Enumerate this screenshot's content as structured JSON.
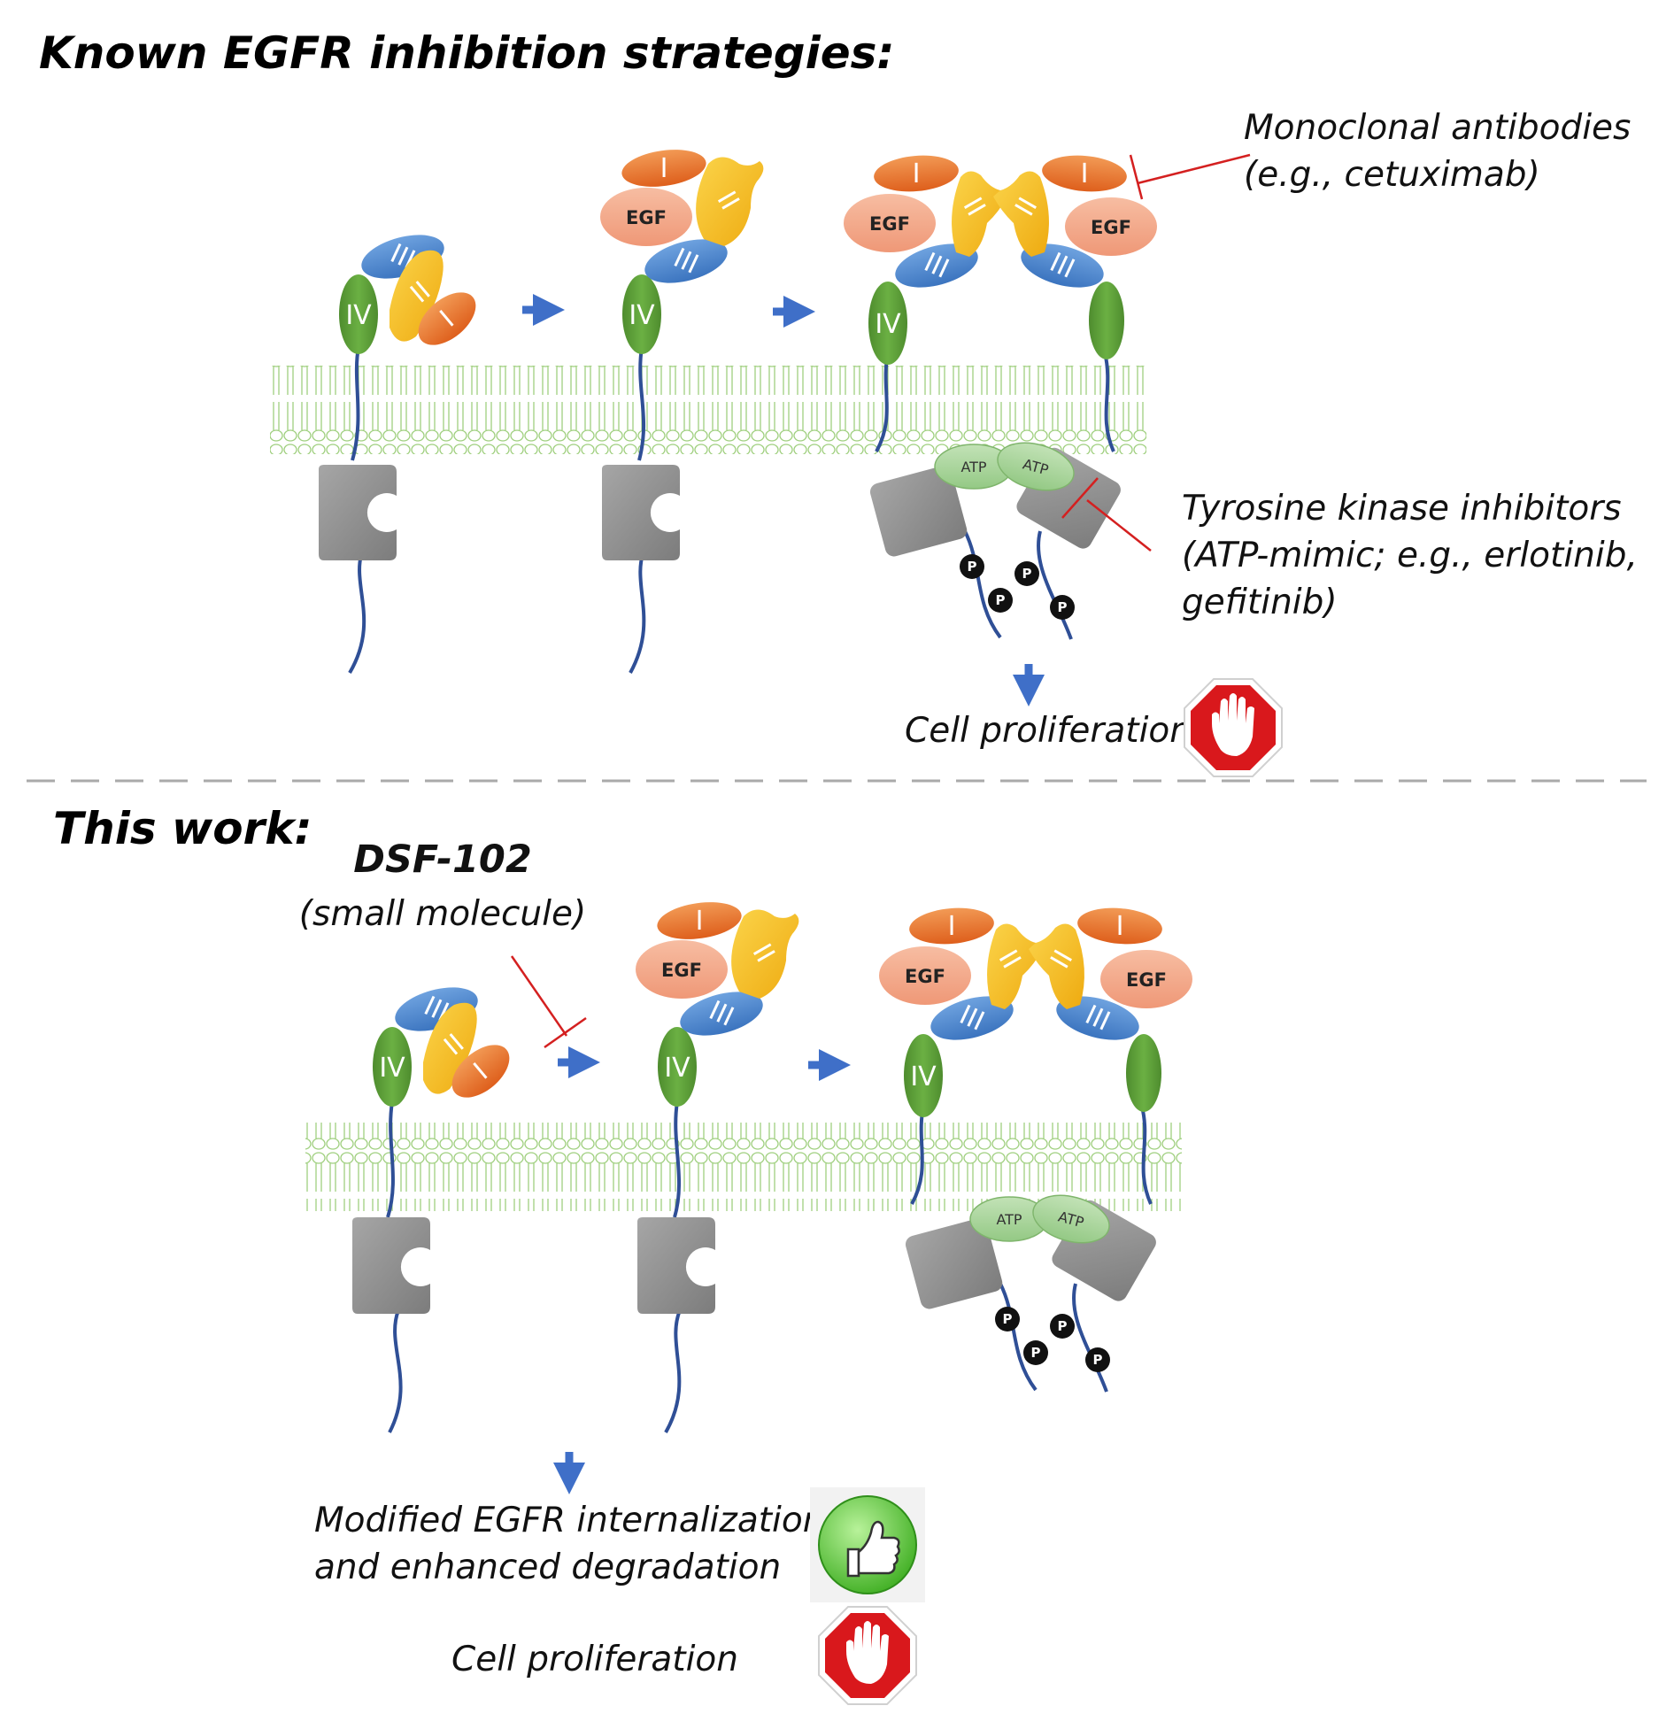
{
  "section_known": {
    "title": "Known EGFR inhibition strategies:",
    "antibody_line1": "Monoclonal antibodies",
    "antibody_line2": "(e.g., cetuximab)",
    "tki_line1": "Tyrosine kinase inhibitors",
    "tki_line2": "(ATP-mimic; e.g., erlotinib,",
    "tki_line3": "gefitinib)",
    "outcome": "Cell proliferation"
  },
  "section_this_work": {
    "title": "This work:",
    "compound": "DSF-102",
    "compound_type": "(small molecule)",
    "outcome1_line1": "Modified EGFR internalization",
    "outcome1_line2": "and enhanced degradation",
    "outcome2": "Cell proliferation"
  },
  "domain_labels": {
    "d1": "I",
    "d2": "II",
    "d3": "III",
    "d4": "IV"
  },
  "ligand_label": "EGF",
  "atp_label": "ATP",
  "phospho_label": "P",
  "icons": {
    "stop": "stop-hand-icon",
    "approve": "thumbs-up-icon",
    "arrow": "arrow-icon"
  },
  "colors": {
    "domain_I": "#e8722a",
    "domain_II": "#f5c018",
    "domain_III": "#4c86cc",
    "domain_IV": "#5f9e3a",
    "egf": "#f4a886",
    "kinase": "#8f8f8f",
    "atp": "#a7d39a",
    "membrane": "#8fc46e",
    "tether": "#2f4f96",
    "inhibitor": "#d42020",
    "arrow": "#3f6fc8",
    "stop_red": "#d9181c",
    "approve_green": "#5ec83e"
  }
}
